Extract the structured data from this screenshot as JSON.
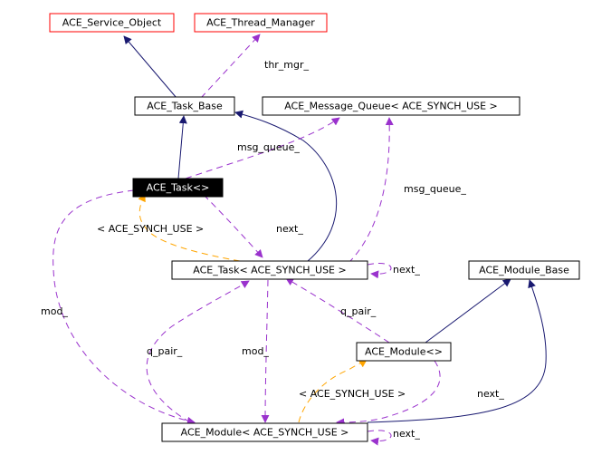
{
  "colors": {
    "inheritance": "#191970",
    "usage": "#9a32cd",
    "template": "#ffa500",
    "node_border": "#000000",
    "external_border": "#ff0000",
    "highlight_fill": "#000000",
    "highlight_text": "#ffffff"
  },
  "nodes": {
    "service_object": "ACE_Service_Object",
    "thread_manager": "ACE_Thread_Manager",
    "task_base": "ACE_Task_Base",
    "message_queue": "ACE_Message_Queue< ACE_SYNCH_USE >",
    "task_template": "ACE_Task<>",
    "task_synch": "ACE_Task< ACE_SYNCH_USE >",
    "module_base": "ACE_Module_Base",
    "module_template": "ACE_Module<>",
    "module_synch": "ACE_Module< ACE_SYNCH_USE >"
  },
  "edge_labels": {
    "thr_mgr": "thr_mgr_",
    "msg_queue_1": "msg_queue_",
    "msg_queue_2": "msg_queue_",
    "synch_use_task": "< ACE_SYNCH_USE >",
    "next_task_base": "next_",
    "next_self_task": "next_",
    "mod_left": "mod_",
    "q_pair_right": "q_pair_",
    "q_pair_left": "q_pair_",
    "mod_center": "mod_",
    "synch_use_module": "< ACE_SYNCH_USE >",
    "next_module_base": "next_",
    "next_self_module": "next_"
  }
}
